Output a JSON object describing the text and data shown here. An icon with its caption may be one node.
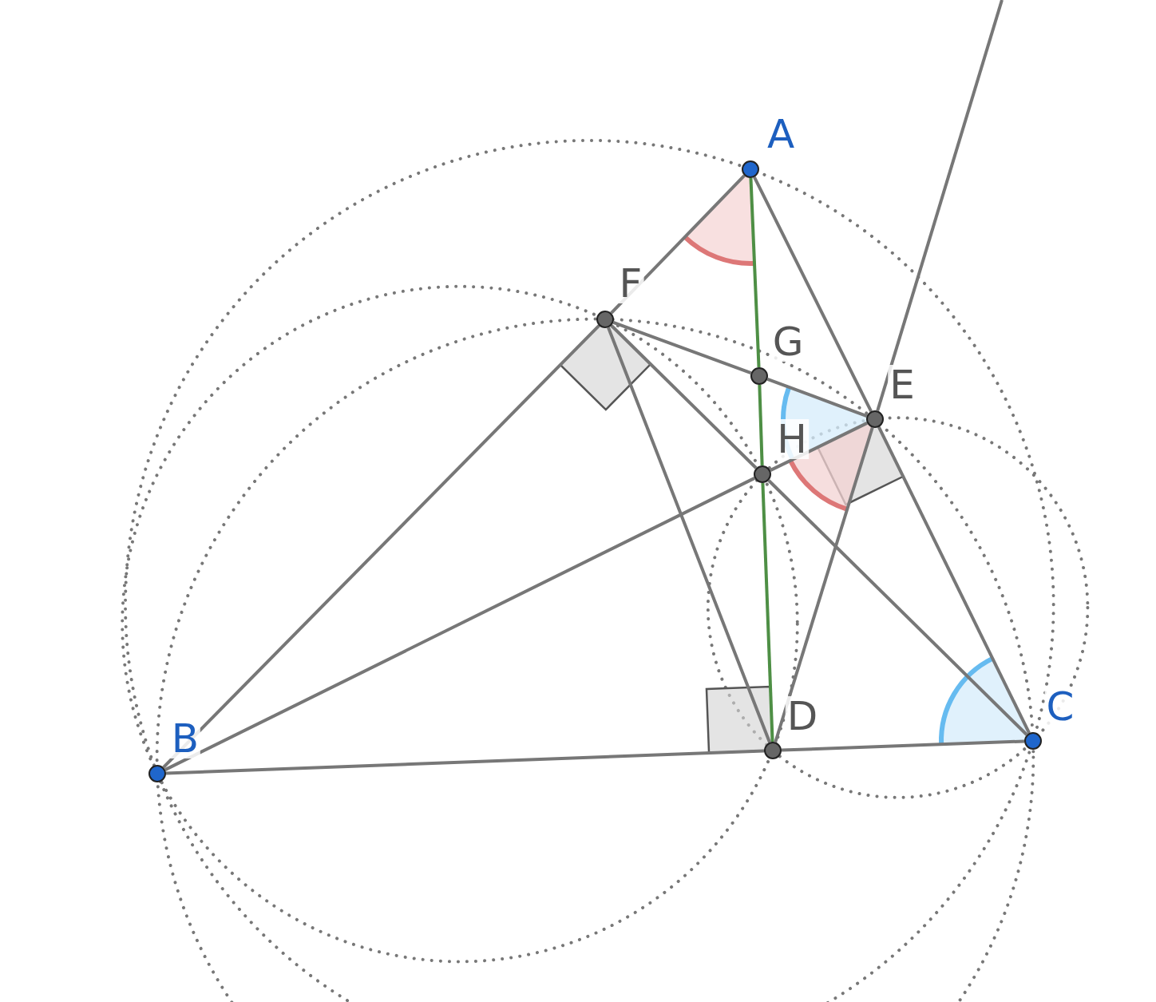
{
  "diagram": {
    "nodes": [
      {
        "text": [
          "A"
        ]
      },
      {
        "text": [
          "B"
        ]
      },
      {
        "text": [
          "C"
        ]
      },
      {
        "text": [
          "D"
        ]
      },
      {
        "text": [
          "E"
        ]
      },
      {
        "text": [
          "F"
        ]
      },
      {
        "text": [
          "G"
        ]
      },
      {
        "text": [
          "H"
        ]
      }
    ],
    "edges": [
      {
        "from": 1,
        "to": 3,
        "arrow": "none"
      },
      {
        "from": 3,
        "to": 2,
        "arrow": "none"
      },
      {
        "from": 0,
        "to": 5,
        "arrow": "none"
      },
      {
        "from": 5,
        "to": 1,
        "arrow": "none"
      },
      {
        "from": 0,
        "to": 4,
        "arrow": "none"
      },
      {
        "from": 4,
        "to": 2,
        "arrow": "none"
      },
      {
        "from": 0,
        "to": 6,
        "arrow": "none",
        "color": "#4e8f45"
      },
      {
        "from": 6,
        "to": 7,
        "arrow": "none",
        "color": "#4e8f45"
      },
      {
        "from": 7,
        "to": 3,
        "arrow": "none",
        "color": "#4e8f45"
      },
      {
        "from": 1,
        "to": 7,
        "arrow": "none"
      },
      {
        "from": 7,
        "to": 4,
        "arrow": "none"
      },
      {
        "from": 5,
        "to": 7,
        "arrow": "none"
      },
      {
        "from": 7,
        "to": 2,
        "arrow": "none"
      },
      {
        "from": 5,
        "to": 6,
        "arrow": "none"
      },
      {
        "from": 6,
        "to": 4,
        "arrow": "none"
      },
      {
        "from": 5,
        "to": 3,
        "arrow": "none"
      },
      {
        "from": 3,
        "to": 4,
        "arrow": "none"
      },
      {
        "from": 4,
        "to": null,
        "arrow": "none"
      }
    ]
  }
}
